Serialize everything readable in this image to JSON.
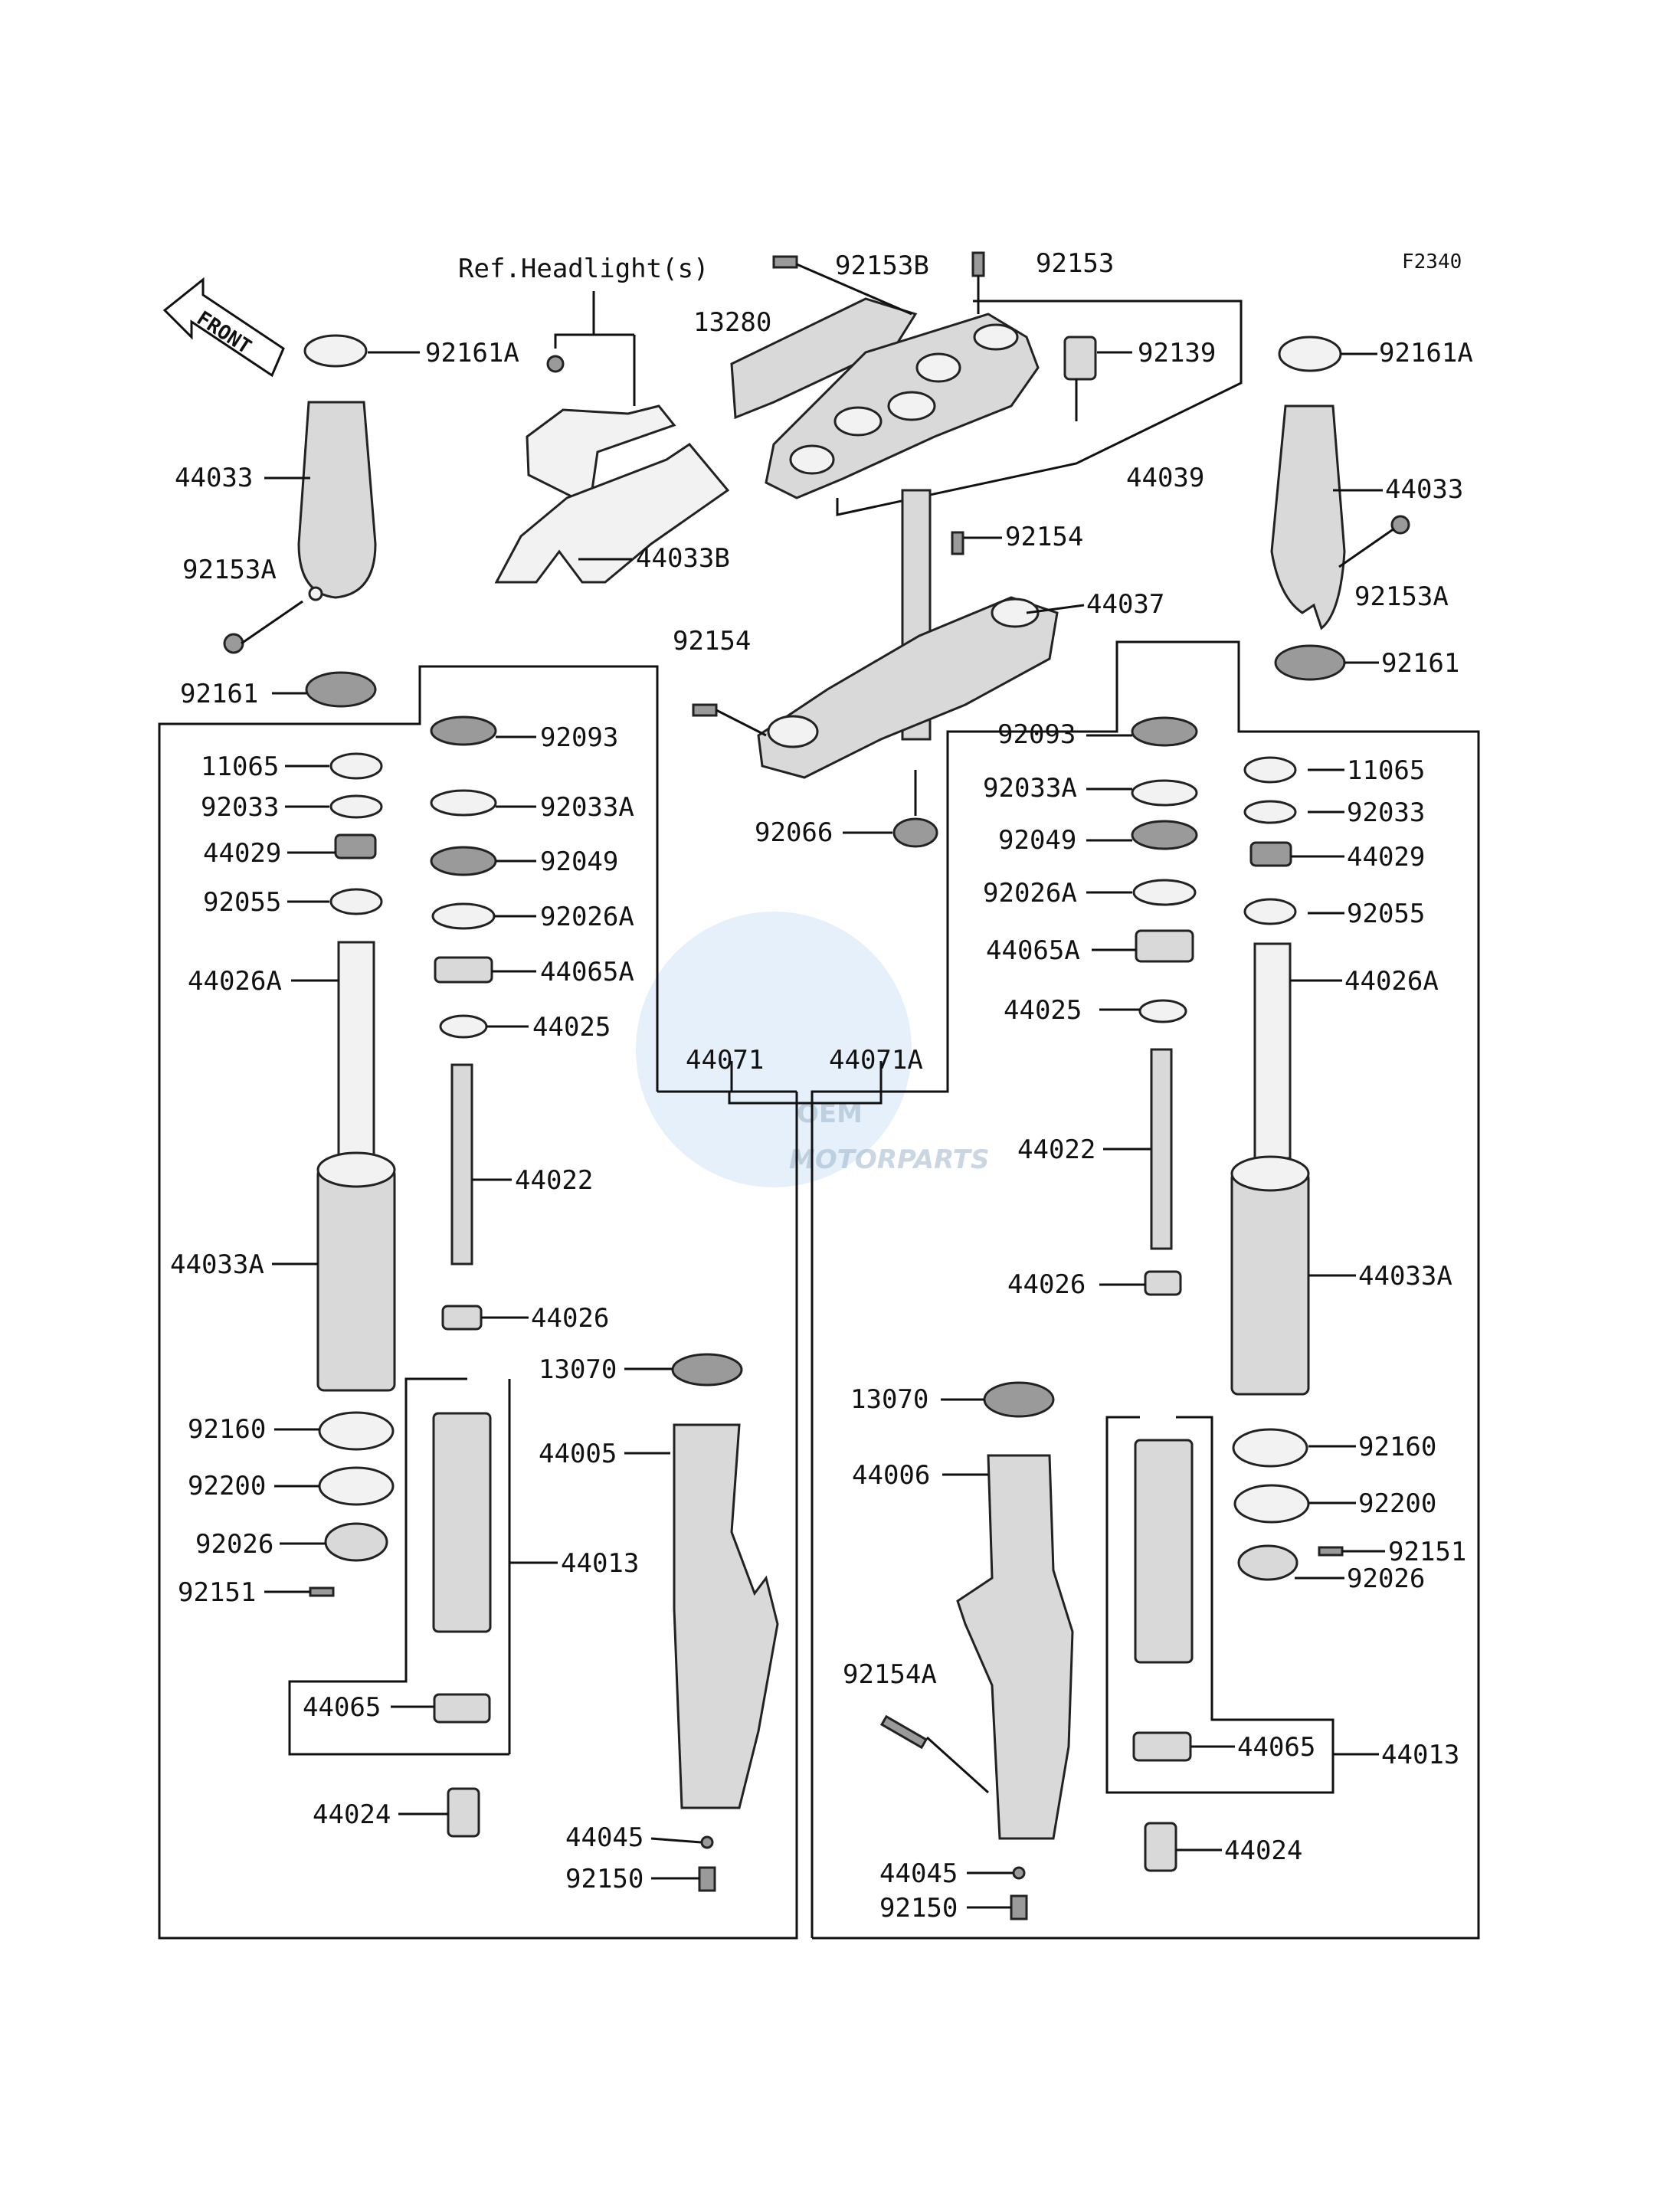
{
  "figure_code": "F2340",
  "front_arrow_label": "FRONT",
  "ref_headlight": "Ref.Headlight(s)",
  "watermark": {
    "brand": "OEM",
    "sub": "MOTORPARTS",
    "color": "#cfe3f5"
  },
  "labels": {
    "l_92161A_left": "92161A",
    "l_92153B": "92153B",
    "l_92153": "92153",
    "l_13280": "13280",
    "l_92139": "92139",
    "l_92161A_right": "92161A",
    "l_44033_left": "44033",
    "l_44039": "44039",
    "l_44033_right": "44033",
    "l_44033B": "44033B",
    "l_92154_top": "92154",
    "l_92153A_left": "92153A",
    "l_44037": "44037",
    "l_92153A_right": "92153A",
    "l_92161_left": "92161",
    "l_92154_mid": "92154",
    "l_92161_right": "92161",
    "l_11065_left": "11065",
    "l_92093_left": "92093",
    "l_92093_right": "92093",
    "l_11065_right": "11065",
    "l_92033_left": "92033",
    "l_92033A_left": "92033A",
    "l_92033A_right": "92033A",
    "l_92033_right": "92033",
    "l_92066": "92066",
    "l_44029_left": "44029",
    "l_92049_left": "92049",
    "l_92049_right": "92049",
    "l_44029_right": "44029",
    "l_92055_left": "92055",
    "l_92026A_left": "92026A",
    "l_92026A_right": "92026A",
    "l_92055_right": "92055",
    "l_44026A_left": "44026A",
    "l_44065A_left": "44065A",
    "l_44065A_right": "44065A",
    "l_44026A_right": "44026A",
    "l_44025_left": "44025",
    "l_44025_right": "44025",
    "l_44071": "44071",
    "l_44071A": "44071A",
    "l_44022_left": "44022",
    "l_44022_right": "44022",
    "l_44033A_left": "44033A",
    "l_44033A_right": "44033A",
    "l_44026_left": "44026",
    "l_44026_right": "44026",
    "l_13070_left": "13070",
    "l_13070_right": "13070",
    "l_92160_left": "92160",
    "l_44005": "44005",
    "l_44006": "44006",
    "l_92160_right": "92160",
    "l_92200_left": "92200",
    "l_92200_right": "92200",
    "l_92026_left": "92026",
    "l_92151_right": "92151",
    "l_44013_left": "44013",
    "l_92026_right": "92026",
    "l_92151_left": "92151",
    "l_92154A": "92154A",
    "l_44065_left": "44065",
    "l_44065_right": "44065",
    "l_44013_right": "44013",
    "l_44024_left": "44024",
    "l_44024_right": "44024",
    "l_44045_left": "44045",
    "l_44045_right": "44045",
    "l_92150_left": "92150",
    "l_92150_right": "92150"
  }
}
